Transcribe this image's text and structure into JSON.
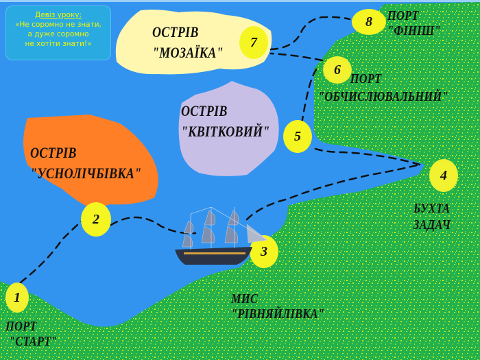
{
  "motto": {
    "title": "Девіз уроку:",
    "lines": [
      "«Не соромно не знати,",
      "а дуже соромно",
      "не хотіти знати!»"
    ]
  },
  "colors": {
    "sea": "#3394ef",
    "land": "#22b14c",
    "land_speckle": "#c8f01e",
    "marker": "#f5f522",
    "island_mozaika": "#fff7b0",
    "island_kvitkovyi": "#c8bfe7",
    "island_usnolichbivka": "#ff7f27",
    "motto_bg": "#29abe2",
    "motto_text": "#f5f500"
  },
  "stops": [
    {
      "number": "1",
      "name_line1": "ПОРТ",
      "name_line2": "\"СТАРТ\""
    },
    {
      "number": "2",
      "name_line1": "ОСТРІВ",
      "name_line2": "\"УСНОЛІЧБІВКА\""
    },
    {
      "number": "3",
      "name_line1": "МИС",
      "name_line2": "\"РІВНЯЙЛІВКА\""
    },
    {
      "number": "4",
      "name_line1": "БУХТА",
      "name_line2": "ЗАДАЧ"
    },
    {
      "number": "5",
      "name_line1": "ОСТРІВ",
      "name_line2": "\"КВІТКОВИЙ\""
    },
    {
      "number": "6",
      "name_line1": "ПОРТ",
      "name_line2": "\"ОБЧИСЛЮВАЛЬНИЙ\""
    },
    {
      "number": "7",
      "name_line1": "ОСТРІВ",
      "name_line2": "\"МОЗАЇКА\""
    },
    {
      "number": "8",
      "name_line1": "ПОРТ",
      "name_line2": "\"ФІНІШ\""
    }
  ]
}
